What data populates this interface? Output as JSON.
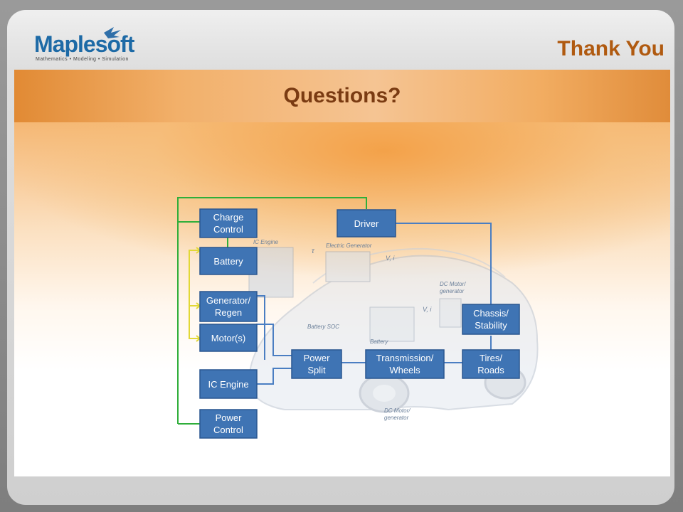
{
  "header": {
    "logo_text": "Maplesoft",
    "logo_tagline": "Mathematics • Modeling • Simulation",
    "title": "Thank You"
  },
  "banner": {
    "title": "Questions?"
  },
  "diagram": {
    "blocks": {
      "charge_control": [
        "Charge",
        "Control"
      ],
      "battery": [
        "Battery"
      ],
      "generator": [
        "Generator/",
        "Regen"
      ],
      "motors": [
        "Motor(s)"
      ],
      "ic_engine": [
        "IC Engine"
      ],
      "power_control": [
        "Power",
        "Control"
      ],
      "driver": [
        "Driver"
      ],
      "power_split": [
        "Power",
        "Split"
      ],
      "transmission": [
        "Transmission/",
        "Wheels"
      ],
      "tires": [
        "Tires/",
        "Roads"
      ],
      "chassis": [
        "Chassis/",
        "Stability"
      ]
    },
    "car_labels": {
      "ic_engine": "IC Engine",
      "electric_generator": "Electric Generator",
      "dc_motor_generator": [
        "DC Motor/",
        "generator"
      ],
      "battery_soc": "Battery SOC",
      "battery": "Battery",
      "dc_motor_generator_bottom": [
        "DC Motor/",
        "generator"
      ],
      "tau": "τ",
      "v1_top": "V, i",
      "v1_mid": "V, i"
    },
    "colors": {
      "block_fill": "#3f74b4",
      "block_border": "#2a5690",
      "green_line": "#2fae3a",
      "yellow_line": "#e2d836",
      "blue_line": "#4a7ec2"
    }
  }
}
